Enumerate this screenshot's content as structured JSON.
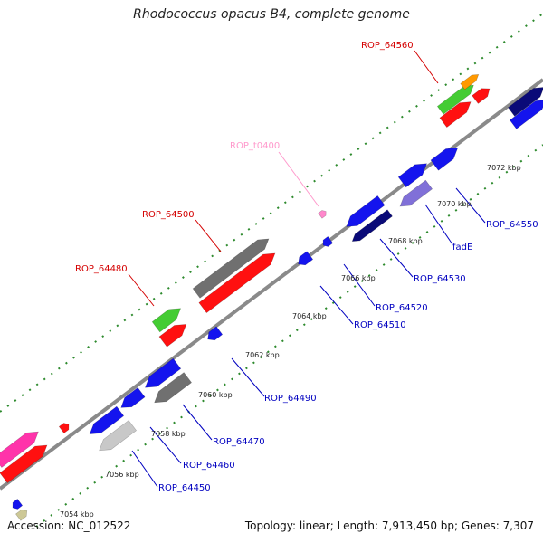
{
  "title": "Rhodococcus opacus B4, complete genome",
  "footer": {
    "accession": "Accession: NC_012522",
    "summary": "Topology: linear; Length: 7,913,450 bp; Genes: 7,307"
  },
  "colors": {
    "background": "#ffffff",
    "backbone": "#8a8a8a",
    "tick_mark": "#2d8a2d",
    "forward_label": "#d40000",
    "reverse_label": "#0000c0",
    "trna_label": "#ff99cc",
    "feature_blue": "#1414ee",
    "feature_navy": "#0a0a78",
    "feature_lilac": "#8070d8",
    "feature_red": "#ff1010",
    "feature_green": "#44cc33",
    "feature_orange": "#ff9900",
    "feature_gray": "#707070",
    "feature_lightgray": "#c8c8c8",
    "feature_magenta": "#ff33aa",
    "feature_pink": "#ff88cc",
    "feature_khaki": "#cdc896"
  },
  "ticks": [
    "7054 kbp",
    "7056 kbp",
    "7058 kbp",
    "7060 kbp",
    "7062 kbp",
    "7064 kbp",
    "7066 kbp",
    "7068 kbp",
    "7070 kbp",
    "7072 kbp"
  ],
  "labels": [
    {
      "text": "ROP_64560",
      "strand": "forward"
    },
    {
      "text": "ROP_t0400",
      "strand": "trna"
    },
    {
      "text": "ROP_64500",
      "strand": "forward"
    },
    {
      "text": "ROP_64480",
      "strand": "forward"
    },
    {
      "text": "ROP_64550",
      "strand": "reverse"
    },
    {
      "text": "fadE",
      "strand": "reverse"
    },
    {
      "text": "ROP_64530",
      "strand": "reverse"
    },
    {
      "text": "ROP_64520",
      "strand": "reverse"
    },
    {
      "text": "ROP_64510",
      "strand": "reverse"
    },
    {
      "text": "ROP_64490",
      "strand": "reverse"
    },
    {
      "text": "ROP_64470",
      "strand": "reverse"
    },
    {
      "text": "ROP_64460",
      "strand": "reverse"
    },
    {
      "text": "ROP_64450",
      "strand": "reverse"
    }
  ]
}
